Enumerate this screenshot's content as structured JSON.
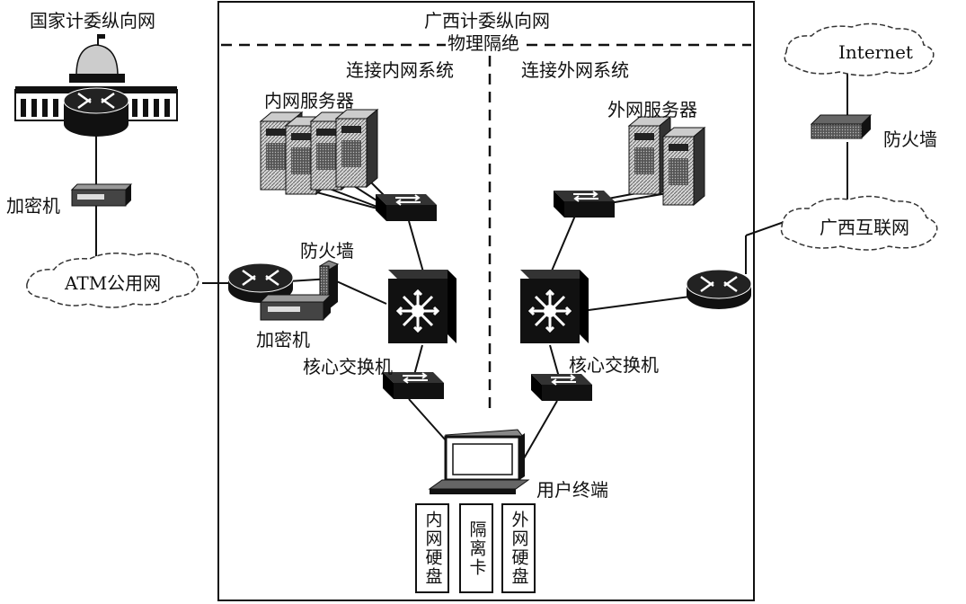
{
  "labels": {
    "national_network": "国家计委纵向网",
    "guangxi_network": "广西计委纵向网",
    "physical_isolation": "物理隔绝",
    "inner_system": "连接内网系统",
    "outer_system": "连接外网系统",
    "inner_server": "内网服务器",
    "outer_server": "外网服务器",
    "encryptor_top": "加密机",
    "atm_network": "ATM公用网",
    "firewall_left": "防火墙",
    "encryptor_bottom": "加密机",
    "core_switch_left": "核心交换机",
    "core_switch_right": "核心交换机",
    "user_terminal": "用户终端",
    "internet": "Internet",
    "firewall_right": "防火墙",
    "guangxi_internet": "广西互联网",
    "inner_disk": "内网硬盘",
    "isolation_card": "隔离卡",
    "outer_disk": "外网硬盘"
  },
  "icons": {
    "capitol": "capitol-building-icon",
    "router": "router-icon",
    "switch": "workgroup-switch-icon",
    "core_switch": "multilayer-switch-icon",
    "server": "server-tower-icon",
    "firewall": "firewall-icon",
    "encryptor": "encryptor-device-icon",
    "cloud": "network-cloud-icon",
    "terminal": "workstation-icon"
  }
}
